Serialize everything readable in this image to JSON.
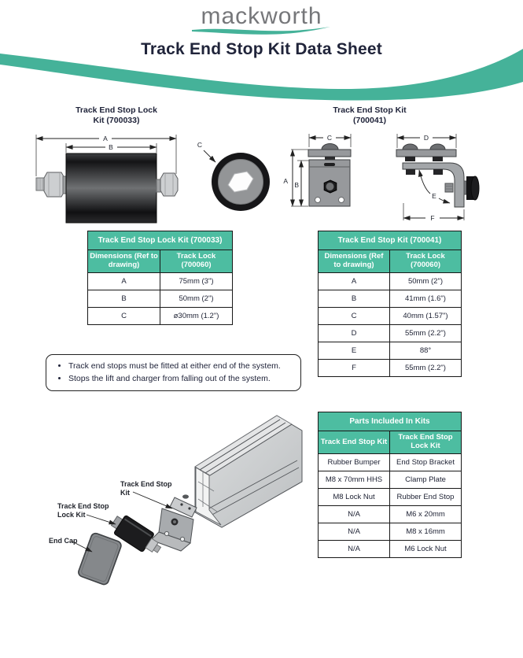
{
  "header": {
    "logo": "mackworth",
    "title": "Track End Stop Kit Data Sheet"
  },
  "drawings": {
    "lock_kit": {
      "title_line1": "Track End Stop Lock",
      "title_line2": "Kit (700033)",
      "dim_a": "A",
      "dim_b": "B",
      "dim_c": "C"
    },
    "stop_kit": {
      "title_line1": "Track End Stop Kit",
      "title_line2": "(700041)",
      "dim_a": "A",
      "dim_b": "B",
      "dim_c": "C",
      "dim_d": "D",
      "dim_e": "E",
      "dim_f": "F"
    }
  },
  "tables": {
    "lock_kit": {
      "title": "Track End Stop Lock Kit (700033)",
      "col_dim": "Dimensions (Ref to drawing)",
      "col_val": "Track Lock (700060)",
      "rows": [
        [
          "A",
          "75mm (3\")"
        ],
        [
          "B",
          "50mm (2\")"
        ],
        [
          "C",
          "ø30mm (1.2\")"
        ]
      ]
    },
    "stop_kit": {
      "title": "Track End Stop Kit (700041)",
      "col_dim": "Dimensions (Ref to drawing)",
      "col_val": "Track Lock (700060)",
      "rows": [
        [
          "A",
          "50mm (2\")"
        ],
        [
          "B",
          "41mm (1.6\")"
        ],
        [
          "C",
          "40mm (1.57\")"
        ],
        [
          "D",
          "55mm (2.2\")"
        ],
        [
          "E",
          "88°"
        ],
        [
          "F",
          "55mm (2.2\")"
        ]
      ]
    },
    "parts": {
      "title": "Parts Included In Kits",
      "col_a": "Track End Stop Kit",
      "col_b": "Track End Stop Lock Kit",
      "rows": [
        [
          "Rubber Bumper",
          "End Stop Bracket"
        ],
        [
          "M8 x 70mm HHS",
          "Clamp Plate"
        ],
        [
          "M8 Lock Nut",
          "Rubber End Stop"
        ],
        [
          "N/A",
          "M6 x 20mm"
        ],
        [
          "N/A",
          "M8 x 16mm"
        ],
        [
          "N/A",
          "M6 Lock Nut"
        ]
      ]
    }
  },
  "notes": {
    "bullets": [
      "Track end stops must be fitted at either end of the system.",
      "Stops the lift and charger from falling out of the system."
    ]
  },
  "exploded": {
    "label_stop_line1": "Track End Stop",
    "label_stop_line2": "Kit",
    "label_lock_line1": "Track End Stop",
    "label_lock_line2": "Lock Kit",
    "label_end_cap": "End Cap"
  },
  "colors": {
    "teal_wave": "#45b299",
    "table_header_teal": "#4dbda1",
    "navy_text": "#20243a",
    "logo_gray": "#76777a"
  }
}
